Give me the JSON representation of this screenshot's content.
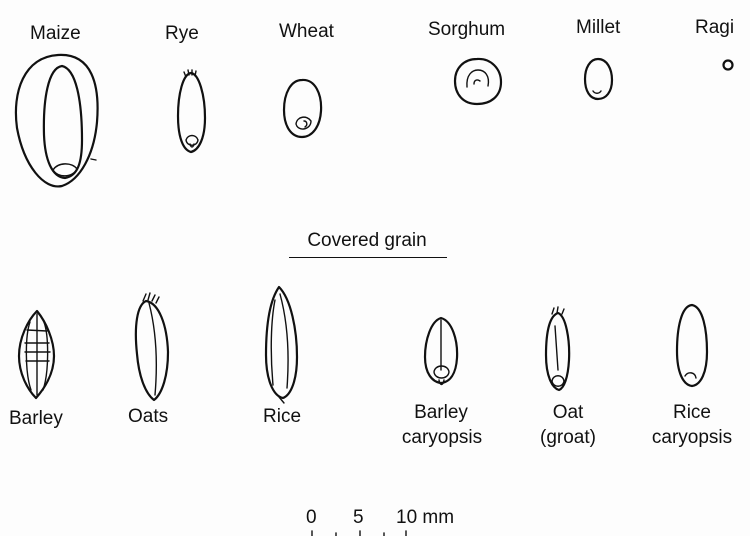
{
  "naked_grains": {
    "maize": "Maize",
    "rye": "Rye",
    "wheat": "Wheat",
    "sorghum": "Sorghum",
    "millet": "Millet",
    "ragi": "Ragi"
  },
  "section_title": "Covered grain",
  "covered_grains": {
    "barley": "Barley",
    "oats": "Oats",
    "rice": "Rice",
    "barley_caryopsis_line1": "Barley",
    "barley_caryopsis_line2": "caryopsis",
    "oat_groat_line1": "Oat",
    "oat_groat_line2": "(groat)",
    "rice_caryopsis_line1": "Rice",
    "rice_caryopsis_line2": "caryopsis"
  },
  "scale": {
    "tick_0": "0",
    "tick_5": "5",
    "tick_10": "10 mm"
  }
}
